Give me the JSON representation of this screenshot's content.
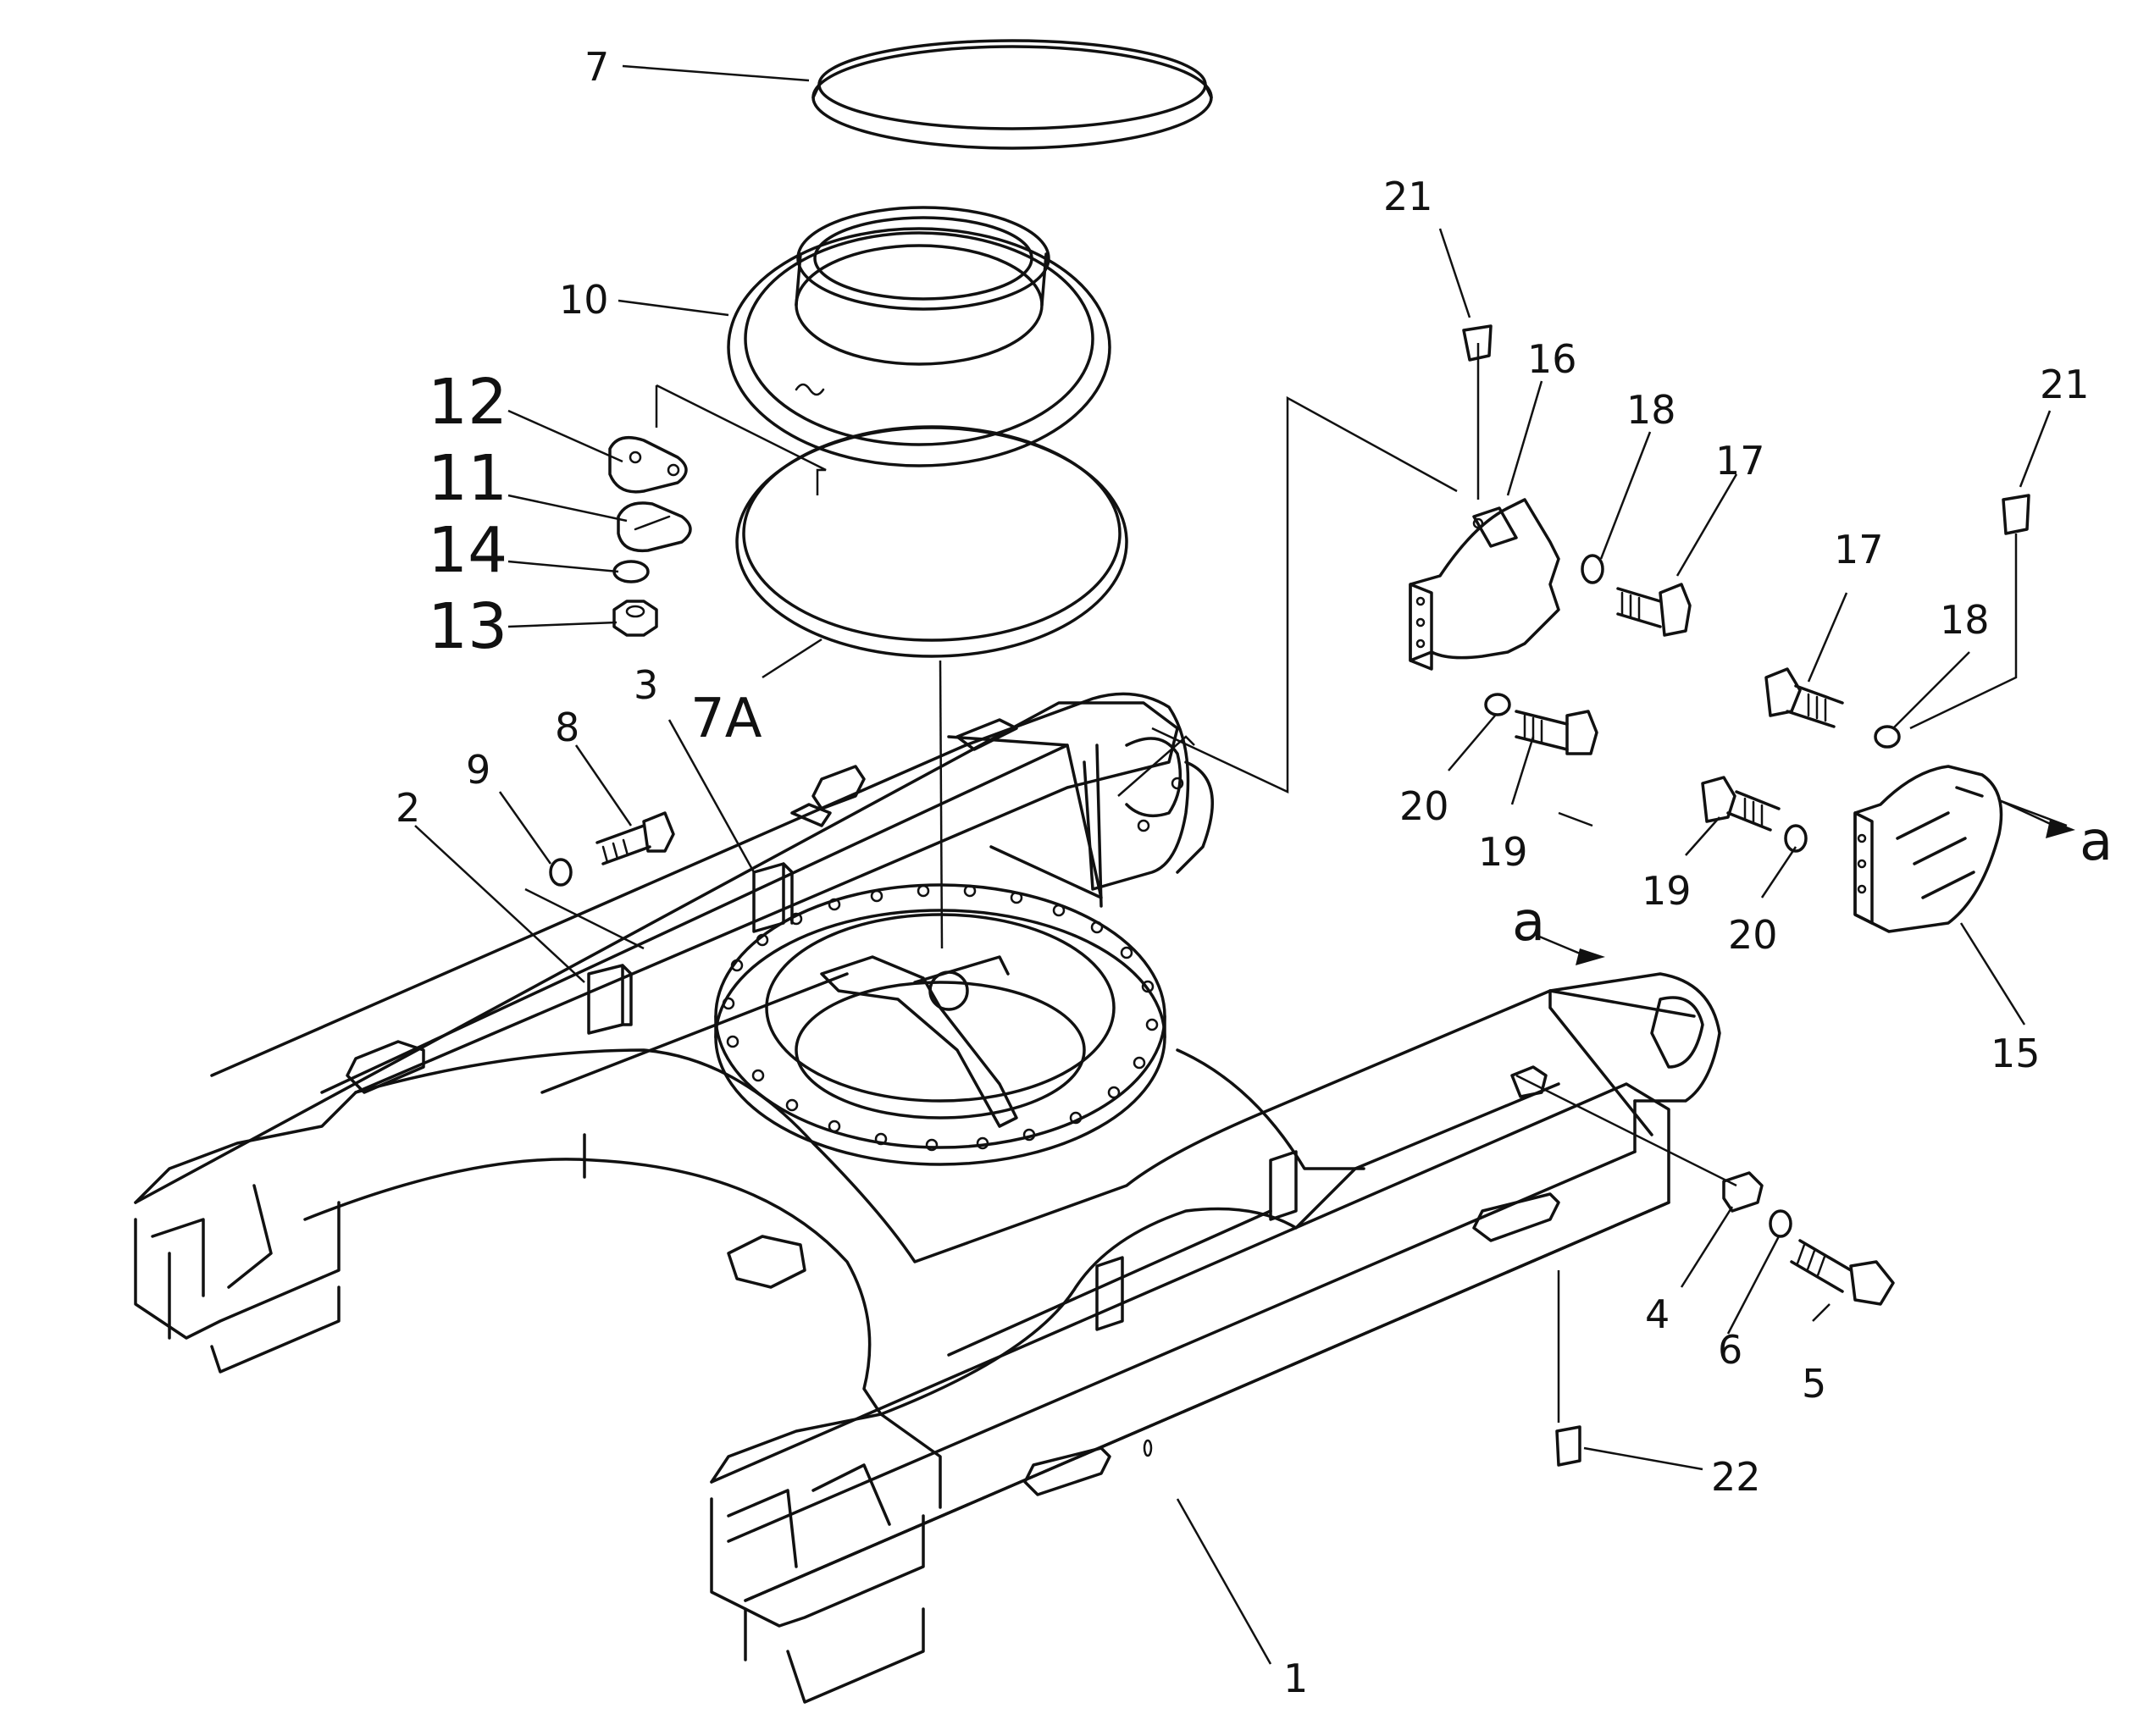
{
  "callouts": {
    "c1": "1",
    "c2": "2",
    "c3": "3",
    "c4": "4",
    "c5": "5",
    "c6": "6",
    "c7": "7",
    "c7A": "7A",
    "c8": "8",
    "c9": "9",
    "c10": "10",
    "c11": "11",
    "c12": "12",
    "c13": "13",
    "c14": "14",
    "c15": "15",
    "c16": "16",
    "c17a": "17",
    "c17b": "17",
    "c18a": "18",
    "c18b": "18",
    "c19a": "19",
    "c19b": "19",
    "c20a": "20",
    "c20b": "20",
    "c21a": "21",
    "c21b": "21",
    "c22": "22"
  },
  "view_markers": {
    "a1": "a",
    "a2": "a"
  }
}
